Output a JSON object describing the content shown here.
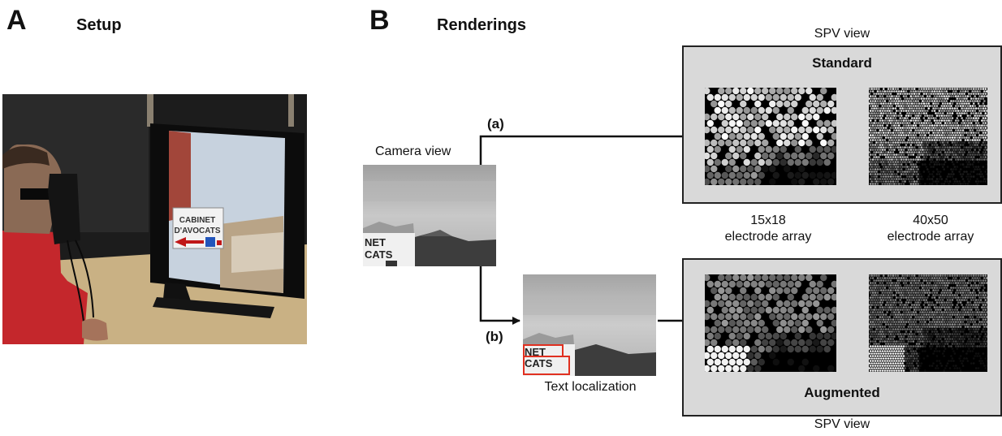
{
  "panel_a": {
    "letter": "A",
    "title": "Setup"
  },
  "panel_b": {
    "letter": "B",
    "title": "Renderings"
  },
  "photo_sign": {
    "line1": "CABINET",
    "line2": "D'AVOCATS"
  },
  "camera_view": {
    "label": "Camera view",
    "sign_line1": "NET",
    "sign_line2": "CATS"
  },
  "text_localization": {
    "label": "Text localization",
    "sign_line1": "NET",
    "sign_line2": "CATS"
  },
  "paths": {
    "a": "(a)",
    "b": "(b)"
  },
  "spv_top": {
    "caption": "SPV view",
    "title": "Standard"
  },
  "spv_bottom": {
    "caption": "SPV view",
    "title": "Augmented"
  },
  "arrays": {
    "left": {
      "line1": "15x18",
      "line2": "electrode array"
    },
    "right": {
      "line1": "40x50",
      "line2": "electrode array"
    }
  }
}
